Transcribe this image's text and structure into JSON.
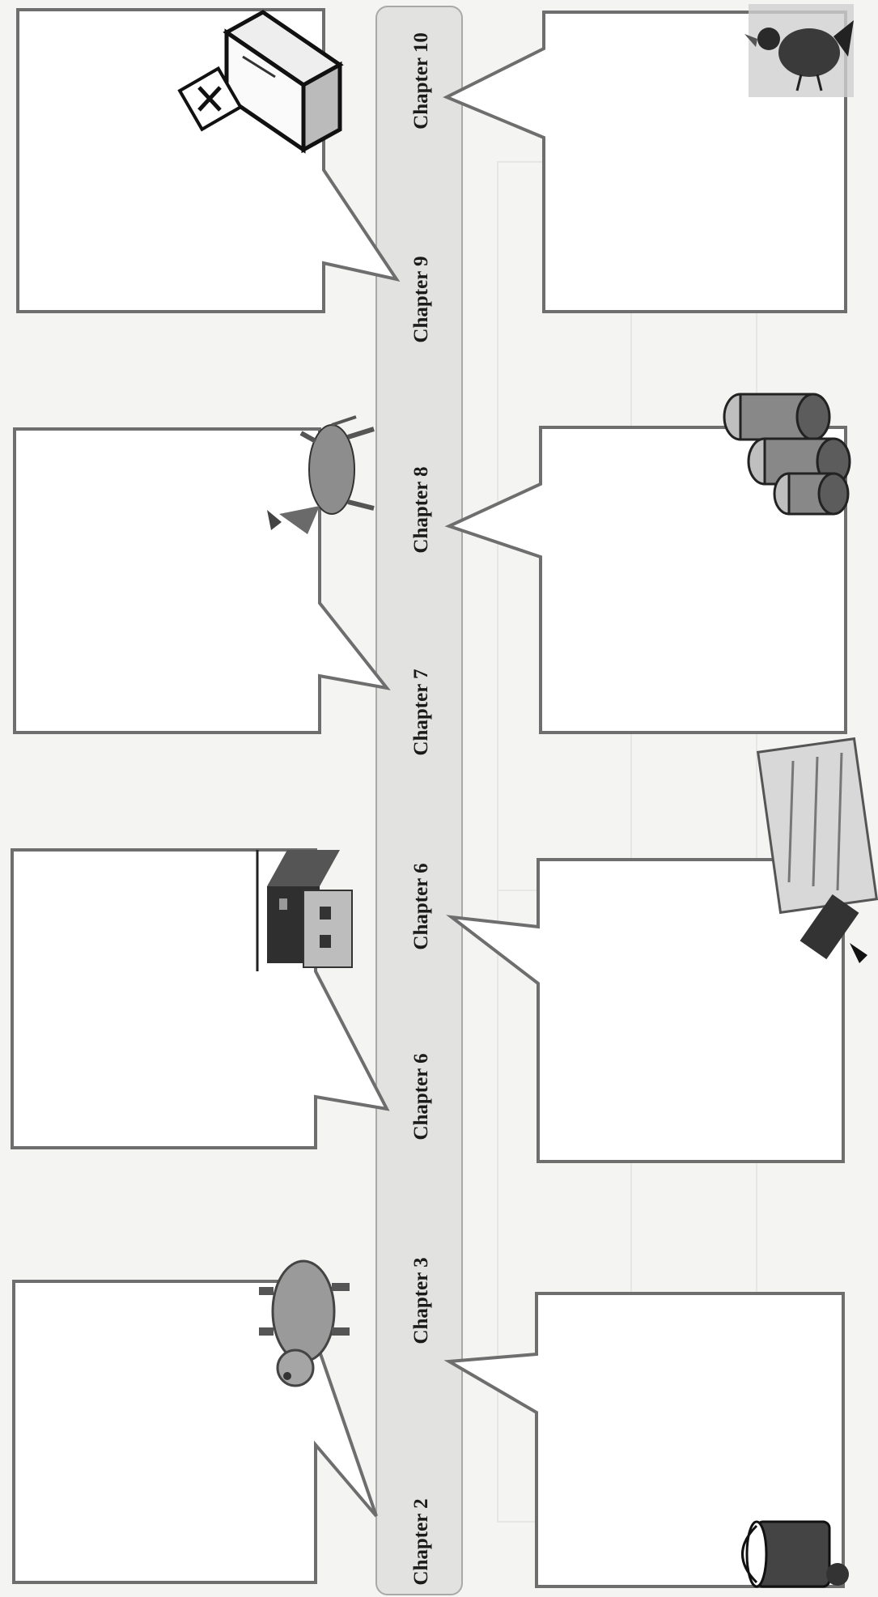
{
  "timeline": {
    "chapters": [
      "Chapter 2",
      "Chapter 3",
      "Chapter 6",
      "Chapter 6",
      "Chapter 7",
      "Chapter 8",
      "Chapter 9",
      "Chapter 10"
    ]
  },
  "illustrations": {
    "pig": "pig-icon",
    "farmhouse": "farmhouse-icon",
    "dog": "dog-icon",
    "ballot_box": "ballot-box-icon",
    "milk_bucket": "milk-bucket-icon",
    "painted_sign": "paint-brush-sign-icon",
    "coins": "coin-stacks-icon",
    "raven": "raven-icon"
  },
  "colors": {
    "outline": "#6e6e6e",
    "timeline_fill": "#e2e2e0",
    "background": "#f4f4f2"
  }
}
